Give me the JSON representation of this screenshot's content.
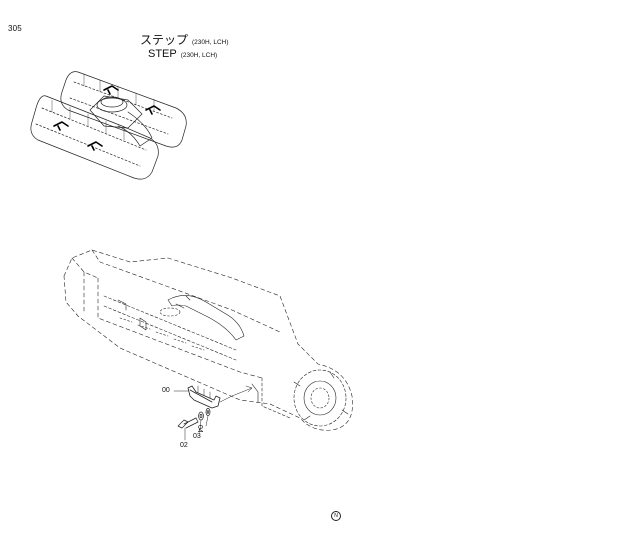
{
  "page_number": "305",
  "title": {
    "jp": "ステップ",
    "jp_note": "(230H, LCH)",
    "en": "STEP",
    "en_note": "(230H, LCH)"
  },
  "callouts": {
    "c00": "00",
    "c02": "02",
    "c03": "03",
    "c04": "04"
  },
  "footer_mark": "N"
}
